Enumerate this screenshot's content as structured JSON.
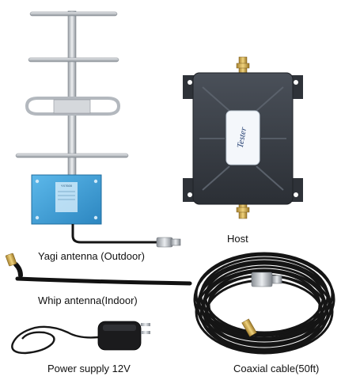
{
  "captions": {
    "yagi": "Yagi antenna (Outdoor)",
    "host": "Host",
    "whip": "Whip antenna(Indoor)",
    "power": "Power supply 12V",
    "coax": "Coaxial cable(50ft)"
  },
  "host_logo": "Tester",
  "plate_label": "YX7600",
  "colors": {
    "background": "#ffffff",
    "antenna_metal": "#c9cdd2",
    "mount_plate": "#3b9fd8",
    "host_body": "#3a3f47",
    "cable_black": "#141414",
    "connector_gold": "#c9a34a",
    "connector_silver": "#b8bcc2"
  }
}
